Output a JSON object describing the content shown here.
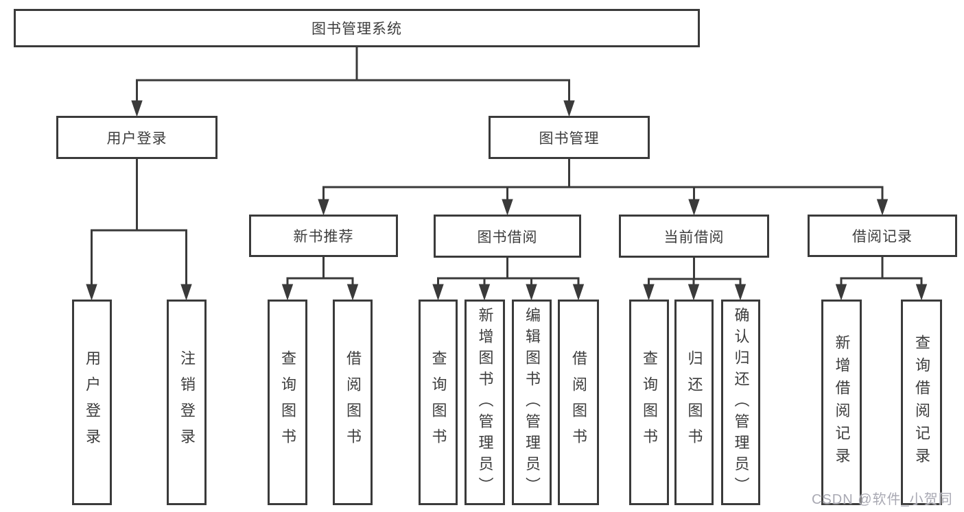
{
  "diagram": {
    "root": {
      "label": "图书管理系统"
    },
    "level2": {
      "user_login": {
        "label": "用户登录"
      },
      "book_management": {
        "label": "图书管理"
      }
    },
    "level3": {
      "new_book_recommend": {
        "label": "新书推荐"
      },
      "book_borrow": {
        "label": "图书借阅"
      },
      "current_borrow": {
        "label": "当前借阅"
      },
      "borrow_records": {
        "label": "借阅记录"
      }
    },
    "leaves": {
      "user_login_group": {
        "login": "用户登录",
        "logout": "注销登录"
      },
      "new_book_group": {
        "query": "查询图书",
        "borrow": "借阅图书"
      },
      "book_borrow_group": {
        "query": "查询图书",
        "add": "新增图书（管理员）",
        "edit": "编辑图书（管理员）",
        "borrow": "借阅图书"
      },
      "current_borrow_group": {
        "query": "查询图书",
        "return": "归还图书",
        "confirm": "确认归还（管理员）"
      },
      "borrow_records_group": {
        "add": "新增借阅记录",
        "query": "查询借阅记录"
      }
    }
  },
  "watermark": {
    "text": "CSDN @软件_小贺同学"
  },
  "colors": {
    "line": "#3a3a3a",
    "text": "#3d3d3d",
    "watermark": "#a9a9b3",
    "background": "#ffffff"
  }
}
